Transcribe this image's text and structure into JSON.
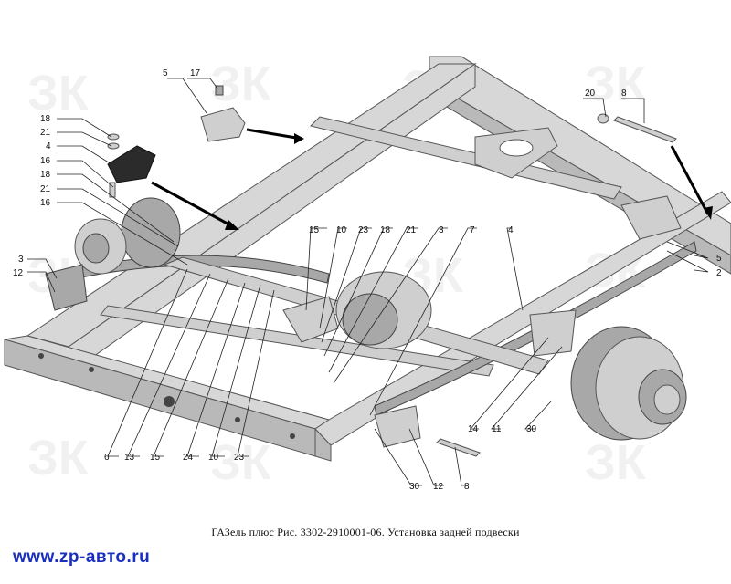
{
  "caption": "ГАЗель плюс Рис. 3302-2910001-06. Установка задней подвески",
  "website": "www.zp-авто.ru",
  "watermark": "ЗК",
  "callouts": [
    {
      "id": "lbl-17",
      "text": "17"
    },
    {
      "id": "lbl-5-top",
      "text": "5"
    },
    {
      "id": "lbl-20",
      "text": "20"
    },
    {
      "id": "lbl-8-top",
      "text": "8"
    },
    {
      "id": "lbl-18-a",
      "text": "18"
    },
    {
      "id": "lbl-21-a",
      "text": "21"
    },
    {
      "id": "lbl-4-left",
      "text": "4"
    },
    {
      "id": "lbl-16-a",
      "text": "16"
    },
    {
      "id": "lbl-18-b",
      "text": "18"
    },
    {
      "id": "lbl-21-b",
      "text": "21"
    },
    {
      "id": "lbl-16-b",
      "text": "16"
    },
    {
      "id": "lbl-3-left",
      "text": "3"
    },
    {
      "id": "lbl-12-left",
      "text": "12"
    },
    {
      "id": "lbl-15-top",
      "text": "15"
    },
    {
      "id": "lbl-10-top",
      "text": "10"
    },
    {
      "id": "lbl-23-top",
      "text": "23"
    },
    {
      "id": "lbl-18-top",
      "text": "18"
    },
    {
      "id": "lbl-21-top",
      "text": "21"
    },
    {
      "id": "lbl-3-top",
      "text": "3"
    },
    {
      "id": "lbl-7",
      "text": "7"
    },
    {
      "id": "lbl-4-top",
      "text": "4"
    },
    {
      "id": "lbl-5-right",
      "text": "5"
    },
    {
      "id": "lbl-2",
      "text": "2"
    },
    {
      "id": "lbl-6",
      "text": "6"
    },
    {
      "id": "lbl-13",
      "text": "13"
    },
    {
      "id": "lbl-15-bot",
      "text": "15"
    },
    {
      "id": "lbl-24",
      "text": "24"
    },
    {
      "id": "lbl-10-bot",
      "text": "10"
    },
    {
      "id": "lbl-23-bot",
      "text": "23"
    },
    {
      "id": "lbl-14",
      "text": "14"
    },
    {
      "id": "lbl-11",
      "text": "11"
    },
    {
      "id": "lbl-30-right",
      "text": "30"
    },
    {
      "id": "lbl-30-bot",
      "text": "30"
    },
    {
      "id": "lbl-12-bot",
      "text": "12"
    },
    {
      "id": "lbl-8-bot",
      "text": "8"
    }
  ]
}
